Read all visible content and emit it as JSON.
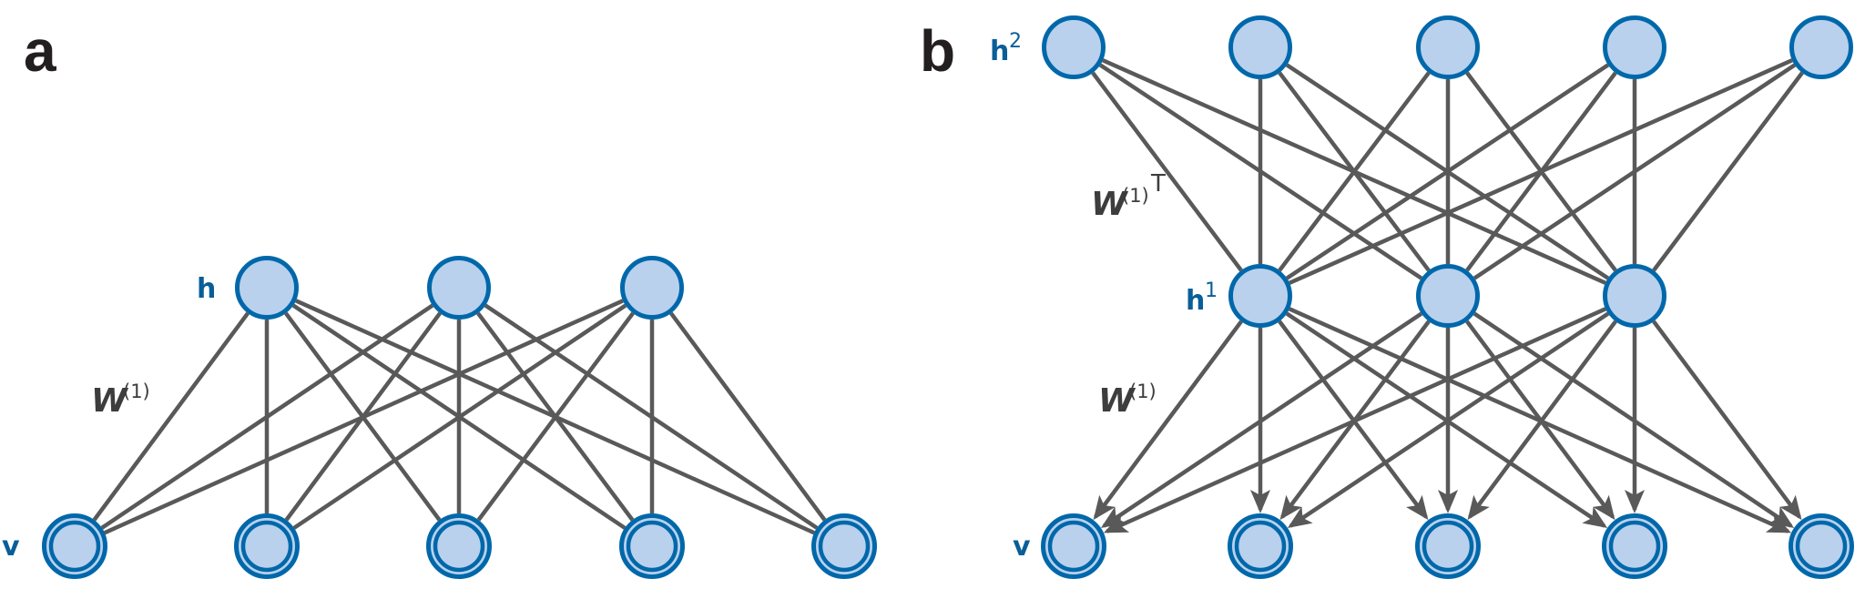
{
  "colors": {
    "node_fill": "#b9d1ed",
    "node_stroke": "#0068aa",
    "edge": "#595959",
    "layer_label": "#0a5e98",
    "panel_letter": "#231f20",
    "weight_label": "#3d3d3d"
  },
  "panels": [
    {
      "id": "a",
      "letter": "a",
      "layers": [
        {
          "name": "h",
          "label": "h",
          "superscript": "",
          "units": 3,
          "visible": true
        },
        {
          "name": "v",
          "label": "v",
          "superscript": "",
          "units": 5,
          "visible": true
        }
      ],
      "connections": [
        {
          "from": "h",
          "to": "v",
          "type": "undirected",
          "fully_connected": true,
          "weight_label": "W",
          "weight_superscript": "(1)",
          "transpose": false
        }
      ]
    },
    {
      "id": "b",
      "letter": "b",
      "layers": [
        {
          "name": "h2",
          "label": "h",
          "superscript": "2",
          "units": 5
        },
        {
          "name": "h1",
          "label": "h",
          "superscript": "1",
          "units": 3
        },
        {
          "name": "v",
          "label": "v",
          "superscript": "",
          "units": 5
        }
      ],
      "connections": [
        {
          "from": "h2",
          "to": "h1",
          "type": "undirected",
          "fully_connected": true,
          "weight_label": "W",
          "weight_superscript": "(1)",
          "transpose": true,
          "transpose_mark": "T"
        },
        {
          "from": "h1",
          "to": "v",
          "type": "directed",
          "fully_connected": true,
          "weight_label": "W",
          "weight_superscript": "(1)",
          "transpose": false
        }
      ]
    }
  ]
}
